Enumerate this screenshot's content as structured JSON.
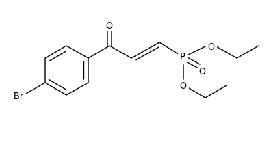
{
  "molecule": {
    "atoms": {
      "br": "Br",
      "o_carbonyl": "O",
      "p": "P",
      "o_phosphoryl": "O",
      "o_ester_upper": "O",
      "o_ester_lower": "O"
    }
  }
}
